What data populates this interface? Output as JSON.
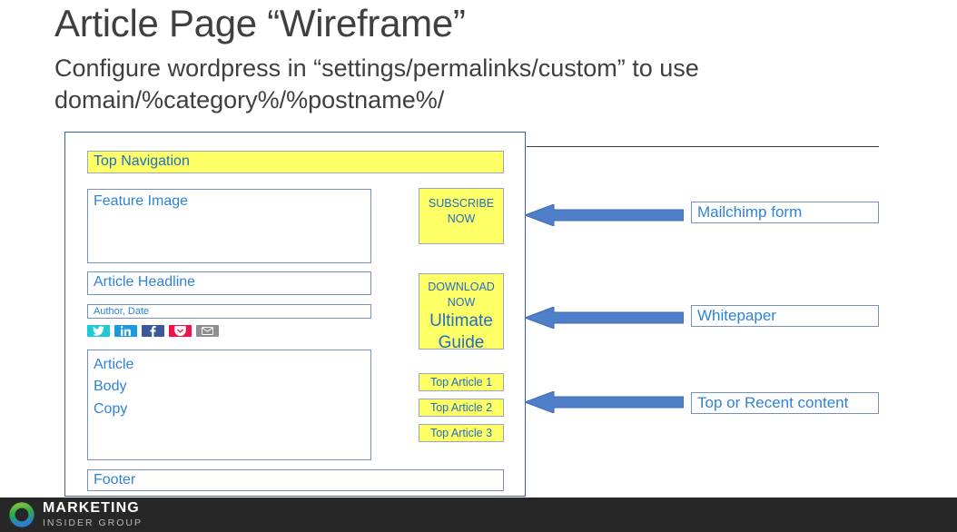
{
  "slide": {
    "title": "Article Page “Wireframe”",
    "subtitle": "Configure wordpress in “settings/permalinks/custom” to use domain/%category%/%postname%/"
  },
  "wireframe": {
    "blocks": {
      "top_navigation": "Top Navigation",
      "feature_image": "Feature Image",
      "article_headline": "Article Headline",
      "author_date": "Author, Date",
      "article_body": "Article\nBody\nCopy",
      "footer": "Footer"
    },
    "ctas": {
      "subscribe": "SUBSCRIBE NOW",
      "download_small": "DOWNLOAD NOW",
      "download_big": "Ultimate Guide"
    },
    "top_articles": [
      "Top Article 1",
      "Top Article 2",
      "Top Article 3"
    ],
    "social_share": [
      {
        "name": "twitter-icon",
        "color": "#1ecad3"
      },
      {
        "name": "linkedin-icon",
        "color": "#1b9ae0"
      },
      {
        "name": "facebook-icon",
        "color": "#3b5998"
      },
      {
        "name": "pocket-icon",
        "color": "#f0104b"
      },
      {
        "name": "email-icon",
        "color": "#8e8e8e"
      }
    ]
  },
  "annotations": [
    {
      "label": "Mailchimp form"
    },
    {
      "label": "Whitepaper"
    },
    {
      "label": "Top or Recent content"
    }
  ],
  "brand": {
    "name_primary": "MARKETING",
    "name_secondary": "INSIDER GROUP",
    "bar_color": "#272727"
  },
  "colors": {
    "highlight_yellow": "#ffff66",
    "wire_blue_text": "#2e83d8",
    "wire_border": "#7390c4",
    "frame_border": "#3a5ea8",
    "arrow_blue": "#4f7fc9",
    "heading_gray": "#3f3f3f"
  }
}
